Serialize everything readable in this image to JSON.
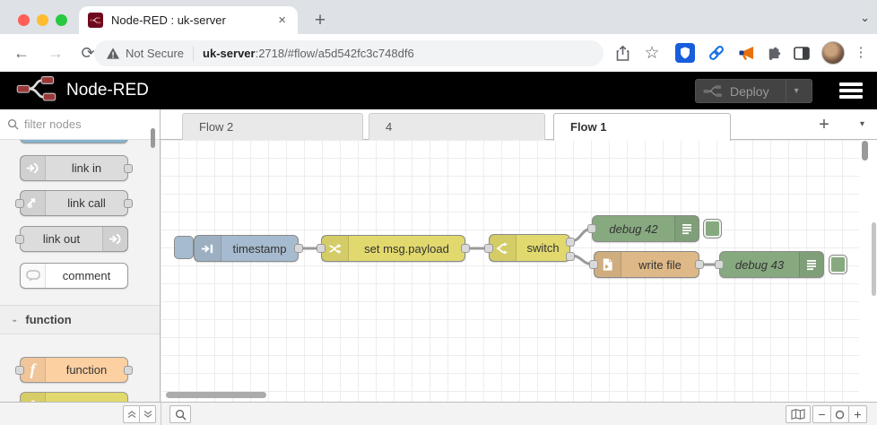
{
  "browser": {
    "tab_title": "Node-RED : uk-server",
    "close_glyph": "×",
    "new_tab_glyph": "+",
    "security": "Not Secure",
    "url_host": "uk-server",
    "url_rest": ":2718/#flow/a5d542fc3c748df6",
    "back_glyph": "←",
    "forward_glyph": "→",
    "reload_glyph": "⟳",
    "star_glyph": "☆",
    "menu_glyph": "⋮",
    "tab_search_glyph": "⌄"
  },
  "nr_header": {
    "title": "Node-RED",
    "deploy": "Deploy",
    "deploy_caret": "▾"
  },
  "palette": {
    "filter_placeholder": "filter nodes",
    "items": [
      {
        "label": "link in"
      },
      {
        "label": "link call"
      },
      {
        "label": "link out"
      },
      {
        "label": "comment"
      }
    ],
    "category_label": "function",
    "category_chevron": "⌄",
    "function_label": "function"
  },
  "flow_tabs": {
    "tabs": [
      {
        "label": "Flow 2"
      },
      {
        "label": "4"
      },
      {
        "label": "Flow 1"
      }
    ],
    "active": "Flow 1",
    "add_glyph": "+",
    "list_caret": "▾"
  },
  "canvas": {
    "nodes": [
      {
        "type": "inject",
        "label": "timestamp"
      },
      {
        "type": "change",
        "label": "set msg.payload"
      },
      {
        "type": "switch",
        "label": "switch"
      },
      {
        "type": "debug",
        "label": "debug 42"
      },
      {
        "type": "file",
        "label": "write file"
      },
      {
        "type": "debug",
        "label": "debug 43"
      }
    ]
  },
  "footer": {
    "zoom_out_glyph": "−",
    "zoom_in_glyph": "+"
  },
  "colors": {
    "inject_node": "#a6bbcf",
    "change_switch_node": "#e2d96e",
    "debug_node": "#87a980",
    "file_node": "#deb887",
    "function_node": "#fdd0a2",
    "header_bg": "#000000",
    "nodered_red": "#8f2323",
    "bitwarden_blue": "#175ddc",
    "link_icon_blue": "#1a73e8"
  }
}
